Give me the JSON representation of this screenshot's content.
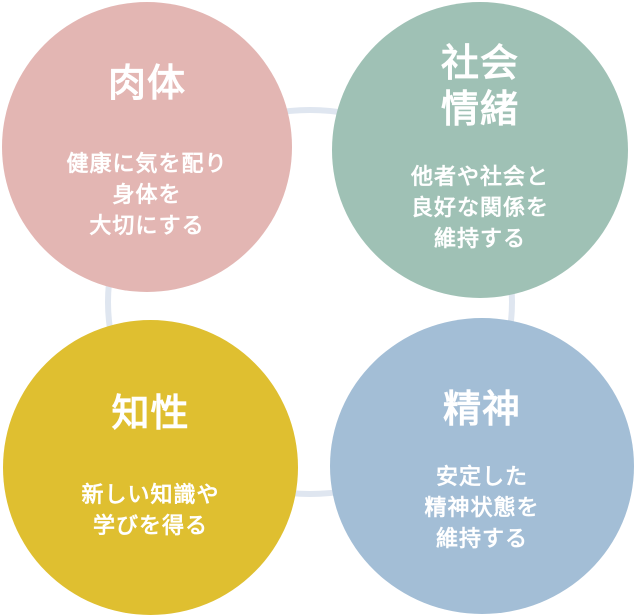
{
  "circles": [
    {
      "title_lines": [
        "肉体"
      ],
      "desc_lines": [
        "健康に気を配り",
        "身体を",
        "大切にする"
      ],
      "color": "#e3b6b3"
    },
    {
      "title_lines": [
        "社会",
        "情緒"
      ],
      "desc_lines": [
        "他者や社会と",
        "良好な関係を",
        "維持する"
      ],
      "color": "#9fc1b5"
    },
    {
      "title_lines": [
        "知性"
      ],
      "desc_lines": [
        "新しい知識や",
        "学びを得る"
      ],
      "color": "#dfbf30"
    },
    {
      "title_lines": [
        "精神"
      ],
      "desc_lines": [
        "安定した",
        "精神状態を",
        "維持する"
      ],
      "color": "#a3bed6"
    }
  ],
  "ring_color": "#dfe6f0"
}
